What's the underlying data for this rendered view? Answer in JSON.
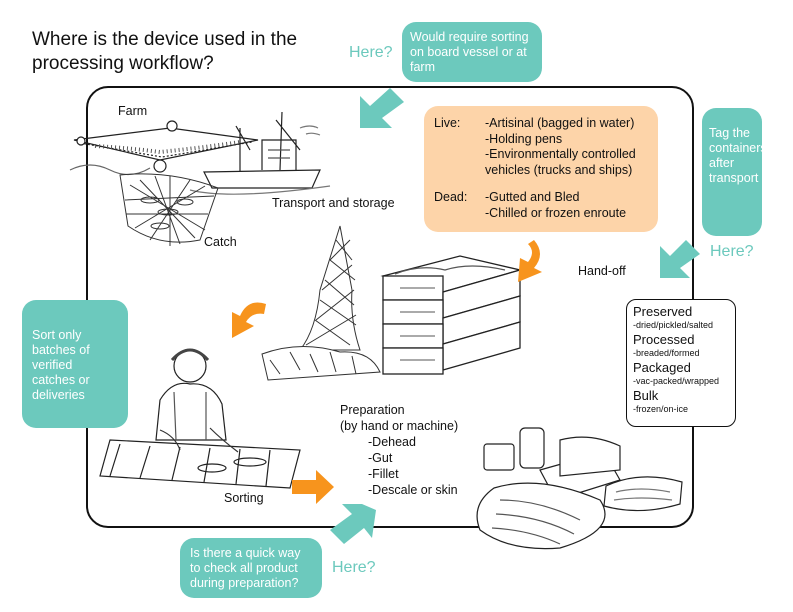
{
  "title": "Where is the device used in the processing workflow?",
  "callouts": {
    "vessel": "Would require sorting on board vessel or at farm",
    "transport": "Tag the containers after transport",
    "sort": "Sort only batches of verified catches or deliveries",
    "prep": "Is there a quick way to check all product during preparation?"
  },
  "here_label": "Here?",
  "stages": {
    "farm": "Farm",
    "catch": "Catch",
    "transport": "Transport and storage",
    "handoff": "Hand-off",
    "sorting": "Sorting"
  },
  "transport_box": {
    "live_label": "Live:",
    "live_items": [
      "-Artisinal (bagged in water)",
      "-Holding pens",
      "-Environmentally controlled",
      "vehicles (trucks and ships)"
    ],
    "dead_label": "Dead:",
    "dead_items": [
      "-Gutted and Bled",
      "-Chilled or frozen enroute"
    ]
  },
  "preparation": {
    "heading": "Preparation",
    "subheading": "(by hand or machine)",
    "steps": [
      "-Dehead",
      "-Gut",
      "-Fillet",
      "-Descale or skin"
    ]
  },
  "product_types": [
    {
      "name": "Preserved",
      "detail": "-dried/pickled/salted"
    },
    {
      "name": "Processed",
      "detail": "-breaded/formed"
    },
    {
      "name": "Packaged",
      "detail": "-vac-packed/wrapped"
    },
    {
      "name": "Bulk",
      "detail": "-frozen/on-ice"
    }
  ],
  "colors": {
    "teal": "#6cc9bd",
    "orange": "#f7941d",
    "peach": "#fdd4a9",
    "outline": "#111111"
  },
  "icons": [
    "fish-farm-sketch",
    "fishing-boat-sketch",
    "fishing-net-sketch",
    "hanging-net-sketch",
    "stacked-crates-sketch",
    "fish-worker-sketch",
    "seafood-products-sketch",
    "teal-arrow-icon",
    "orange-arrow-icon"
  ]
}
